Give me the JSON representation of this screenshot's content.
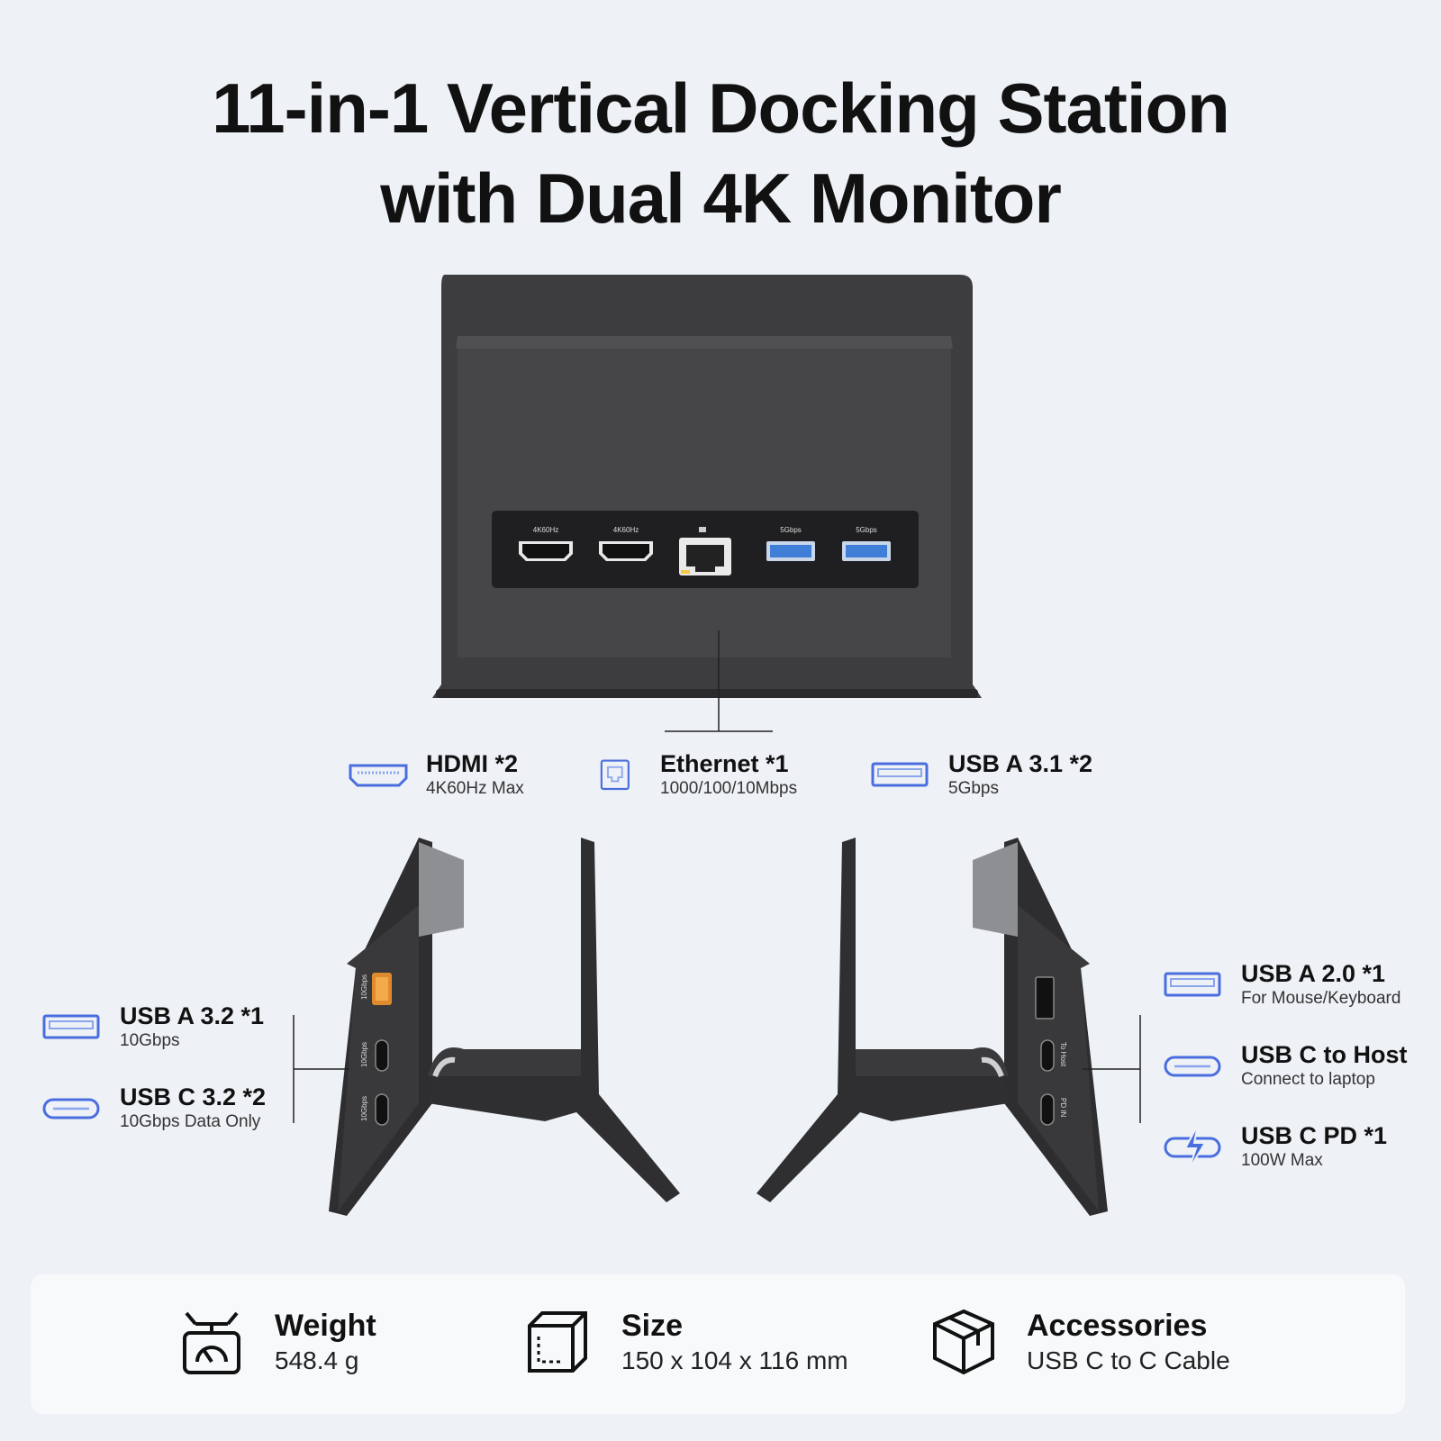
{
  "title": {
    "line1": "11-in-1 Vertical Docking Station",
    "line2": "with Dual 4K Monitor"
  },
  "front_ports": {
    "hdmi1_label": "4K60Hz",
    "hdmi2_label": "4K60Hz",
    "usb1_label": "5Gbps",
    "usb2_label": "5Gbps"
  },
  "front_features": [
    {
      "icon": "hdmi-icon",
      "title": "HDMI *2",
      "subtitle": "4K60Hz Max"
    },
    {
      "icon": "ethernet-icon",
      "title": "Ethernet *1",
      "subtitle": "1000/100/10Mbps"
    },
    {
      "icon": "usb-a-icon",
      "title": "USB A 3.1 *2",
      "subtitle": "5Gbps"
    }
  ],
  "left_side": {
    "port_labels": [
      "10Gbps",
      "10Gbps",
      "10Gbps"
    ],
    "features": [
      {
        "icon": "usb-a-icon",
        "title": "USB A 3.2 *1",
        "subtitle": "10Gbps"
      },
      {
        "icon": "usb-c-icon",
        "title": "USB C 3.2 *2",
        "subtitle": "10Gbps Data Only"
      }
    ]
  },
  "right_side": {
    "port_labels": [
      "To Host",
      "PD IN"
    ],
    "features": [
      {
        "icon": "usb-a-icon",
        "title": "USB A 2.0 *1",
        "subtitle": "For Mouse/Keyboard"
      },
      {
        "icon": "usb-c-icon",
        "title": "USB C to Host",
        "subtitle": "Connect to laptop"
      },
      {
        "icon": "usb-c-pd-icon",
        "title": "USB C PD *1",
        "subtitle": "100W Max"
      }
    ]
  },
  "specs": [
    {
      "icon": "scale-icon",
      "title": "Weight",
      "value": "548.4 g"
    },
    {
      "icon": "box-dimension-icon",
      "title": "Size",
      "value": "150 x 104 x 116 mm"
    },
    {
      "icon": "package-icon",
      "title": "Accessories",
      "value": "USB C to C Cable"
    }
  ],
  "colors": {
    "accent_blue": "#4a6ee0",
    "device": "#3b3b3d",
    "background": "#eef1f5"
  }
}
